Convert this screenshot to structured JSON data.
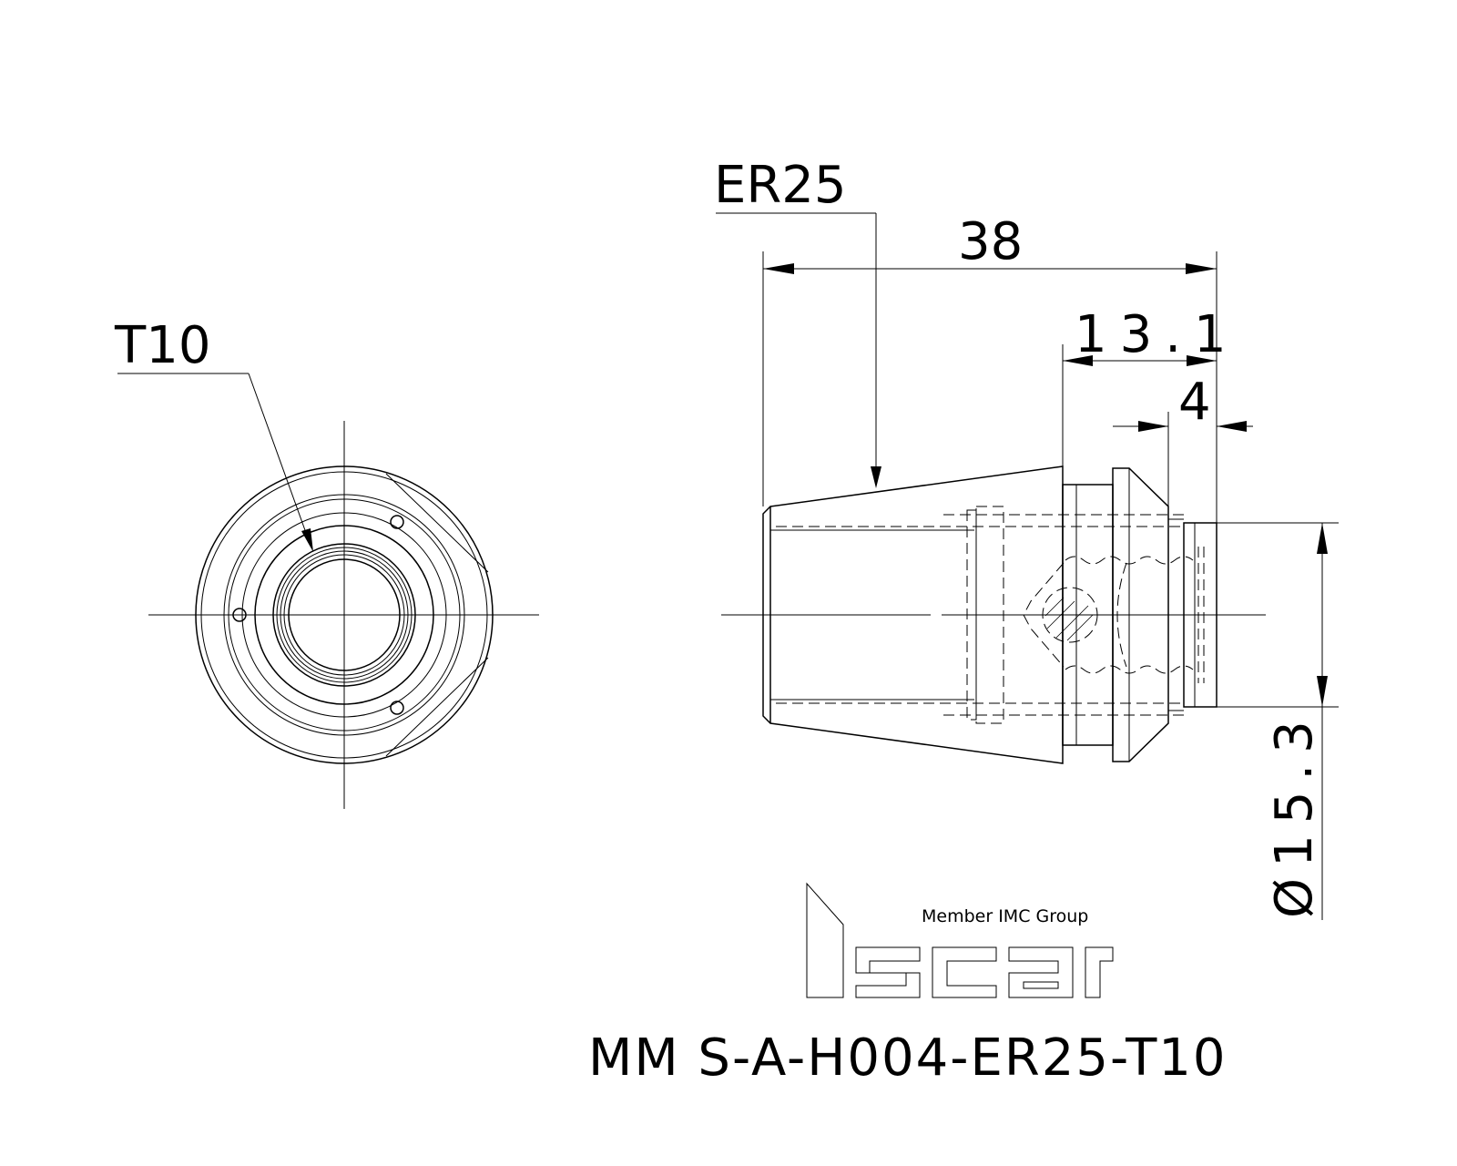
{
  "labels": {
    "thread_callout": "T10",
    "collet_callout": "ER25",
    "dim_overall_length": "38",
    "dim_body_length": "13.1",
    "dim_nose_length": "4",
    "dim_diameter": "Ø15.3"
  },
  "logo": {
    "tagline": "Member IMC Group",
    "brand": "iscar"
  },
  "part_number": "MM S-A-H004-ER25-T10"
}
